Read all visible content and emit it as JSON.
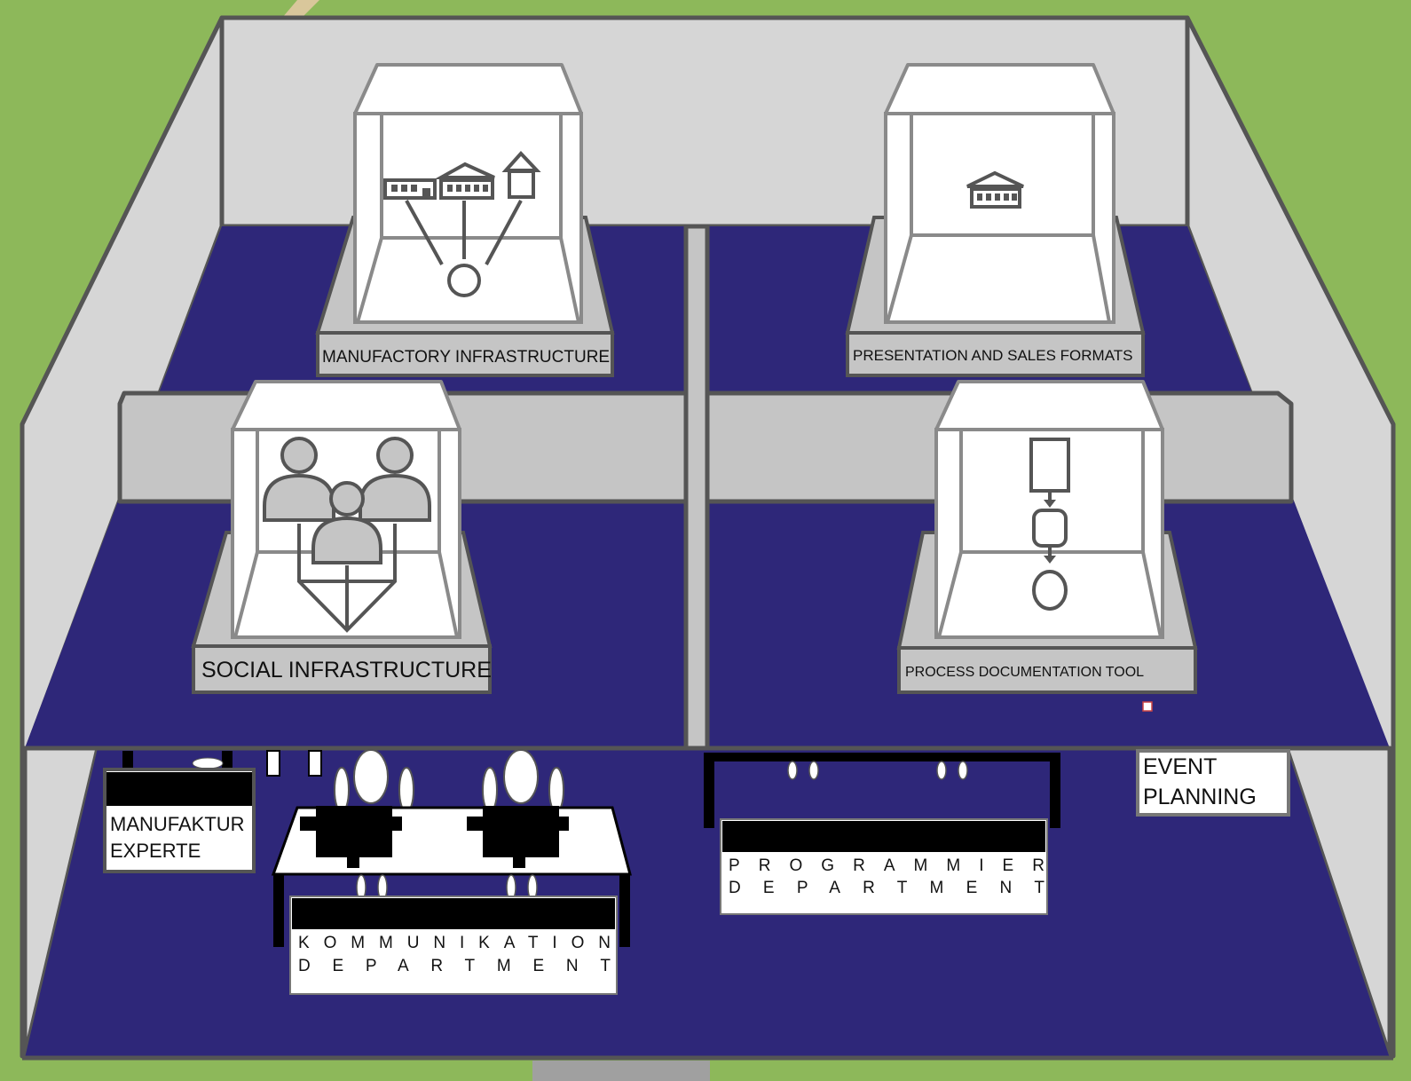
{
  "rooms": {
    "manufactory": {
      "label": "MANUFACTORY INFRASTRUCTURE"
    },
    "presentation": {
      "label": "PRESENTATION AND SALES FORMATS"
    },
    "social": {
      "label": "SOCIAL INFRASTRUCTURE"
    },
    "process": {
      "label": "PROCESS DOCUMENTATION TOOL"
    }
  },
  "ground": {
    "manufaktur": {
      "line1": "MANUFAKTUR",
      "line2": "EXPERTE"
    },
    "event": {
      "line1": "EVENT",
      "line2": "PLANNING"
    },
    "kommunikation": {
      "line1": "KOMMUNIKATION",
      "line2": "DEPARTMENT"
    },
    "programmier": {
      "line1": "PROGRAMMIER",
      "line2": "DEPARTMENT"
    }
  },
  "colors": {
    "grass": "#8db85a",
    "floor": "#2e2779",
    "wall": "#d6d6d6",
    "outline": "#555555",
    "sign": "#ffffff"
  }
}
